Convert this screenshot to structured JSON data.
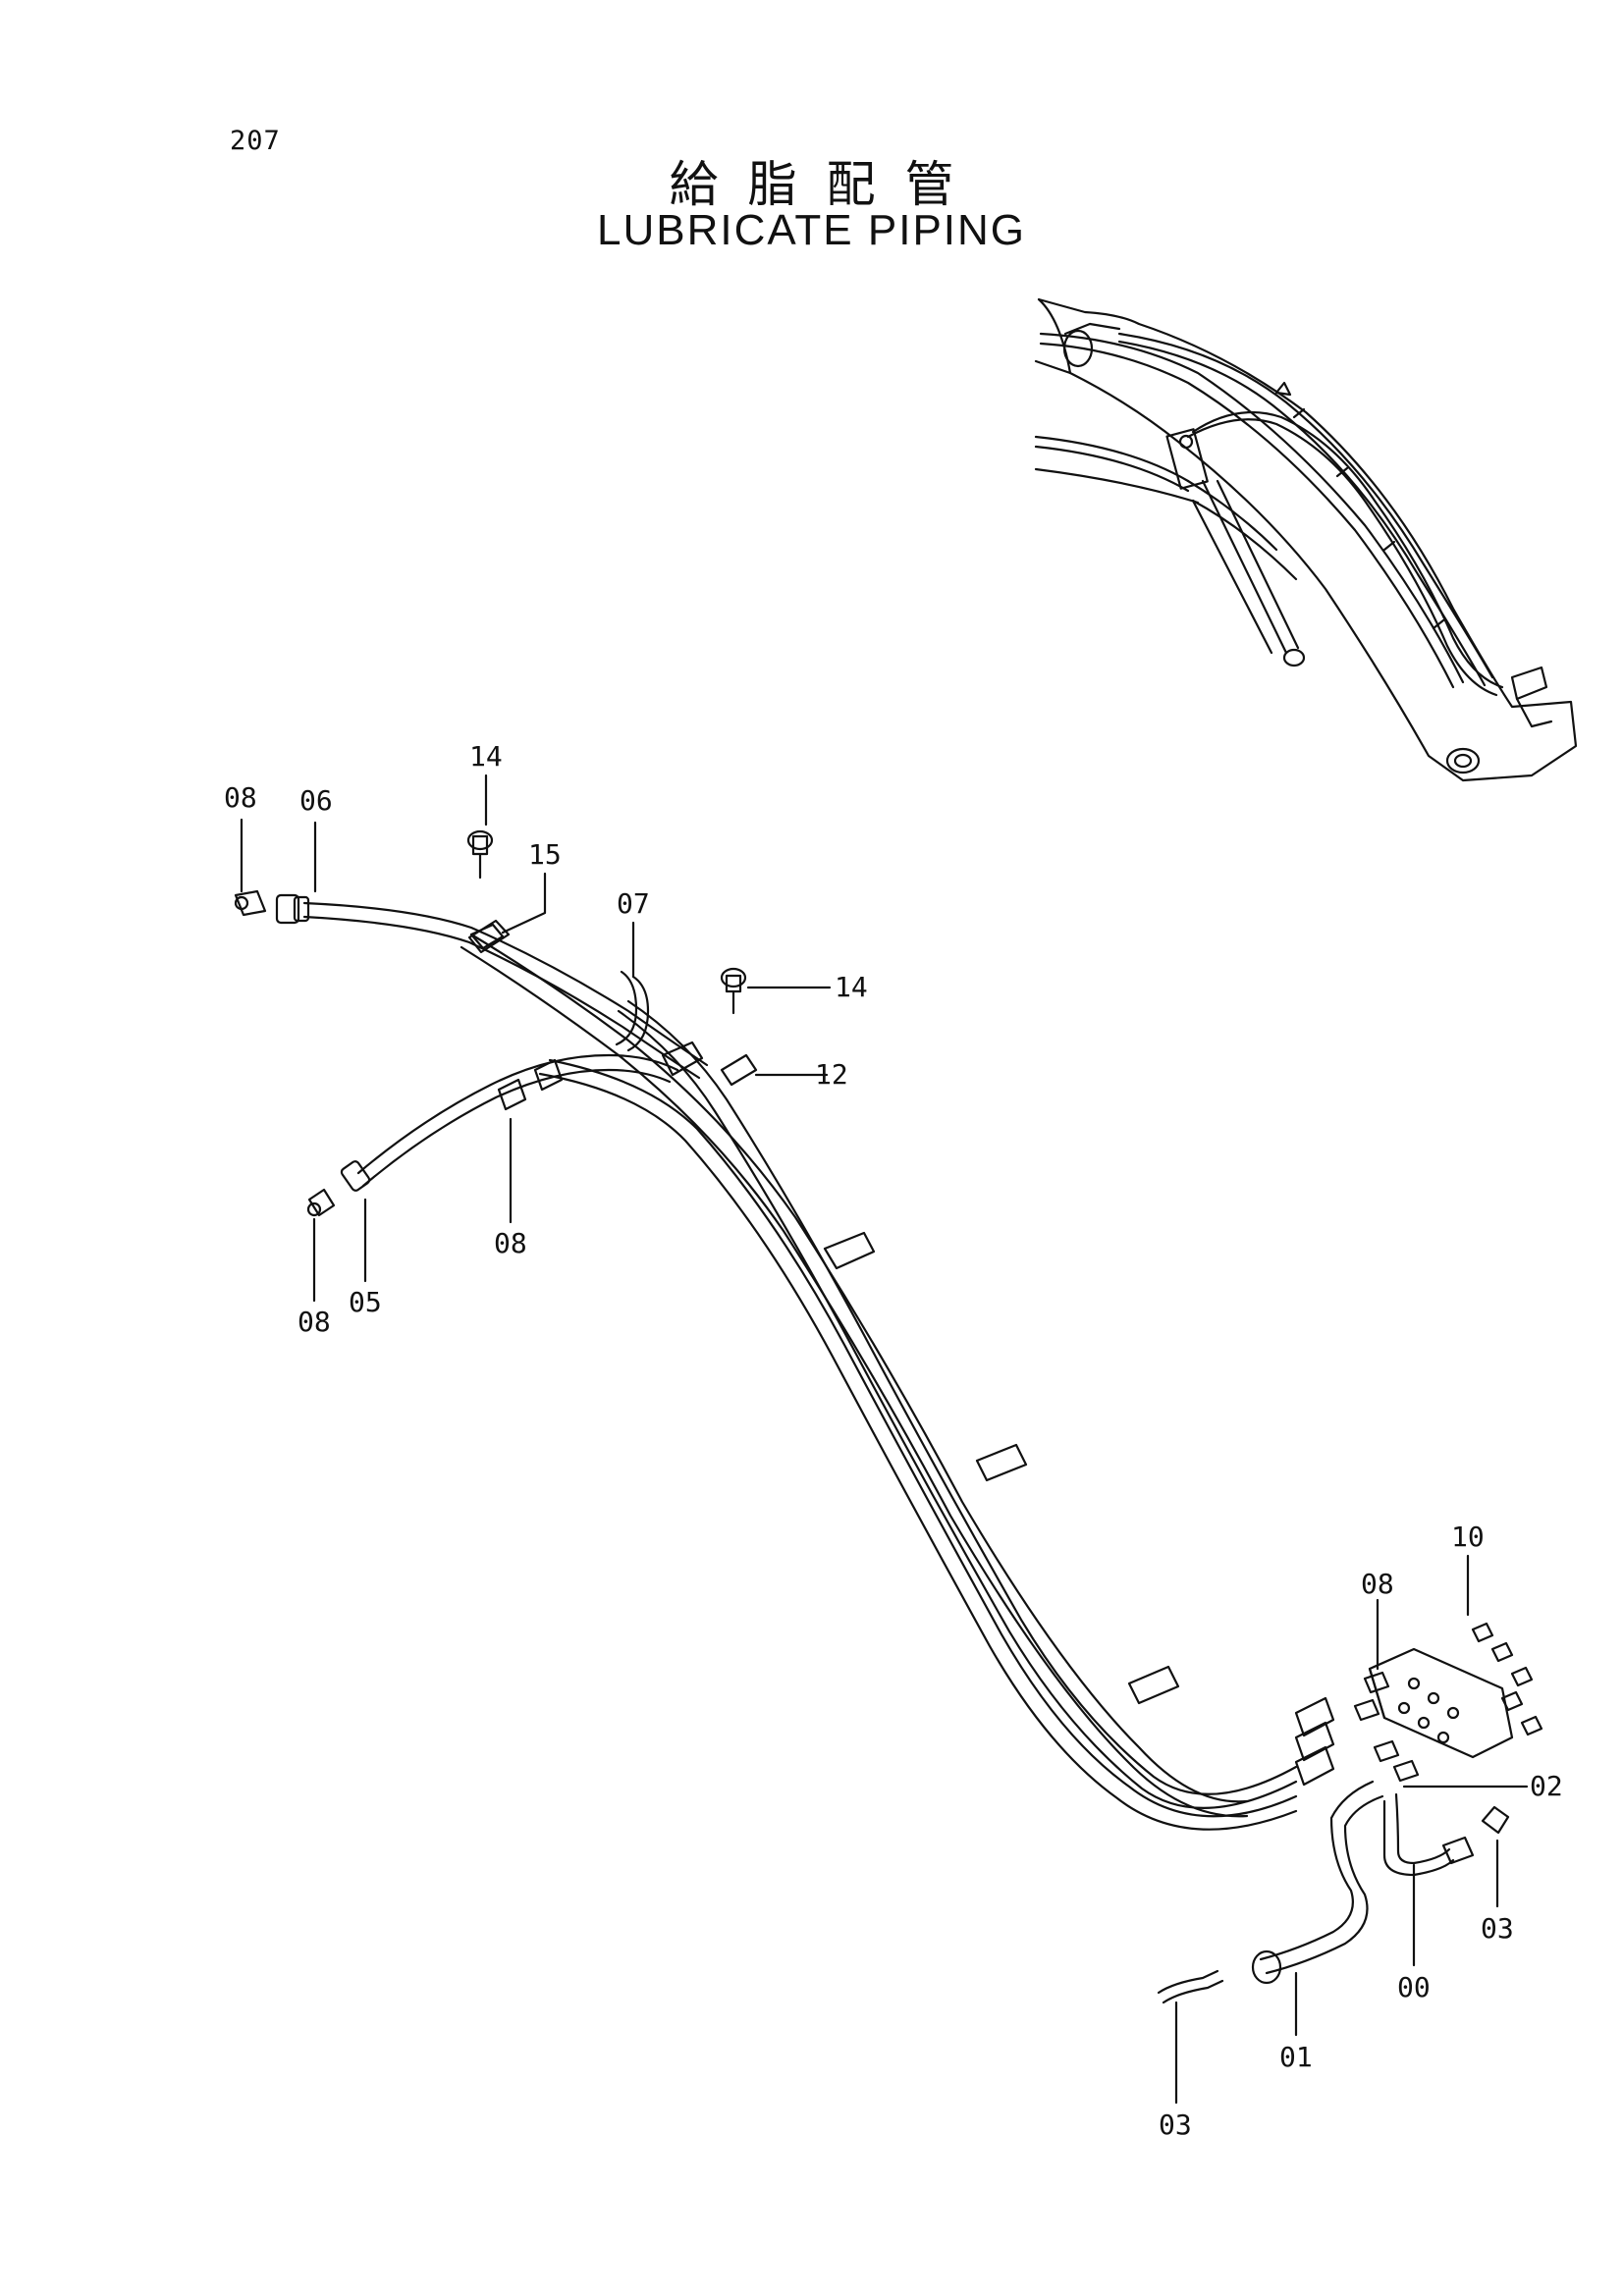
{
  "header": {
    "page_number": "207",
    "title_jp": "給脂配管",
    "title_en": "LUBRICATE PIPING"
  },
  "callouts": {
    "c08a": "08",
    "c06": "06",
    "c14a": "14",
    "c15": "15",
    "c07": "07",
    "c14b": "14",
    "c12": "12",
    "c08b": "08",
    "c08c": "08",
    "c05": "05",
    "c10": "10",
    "c08d": "08",
    "c02": "02",
    "c03a": "03",
    "c00": "00",
    "c01": "01",
    "c03b": "03"
  }
}
